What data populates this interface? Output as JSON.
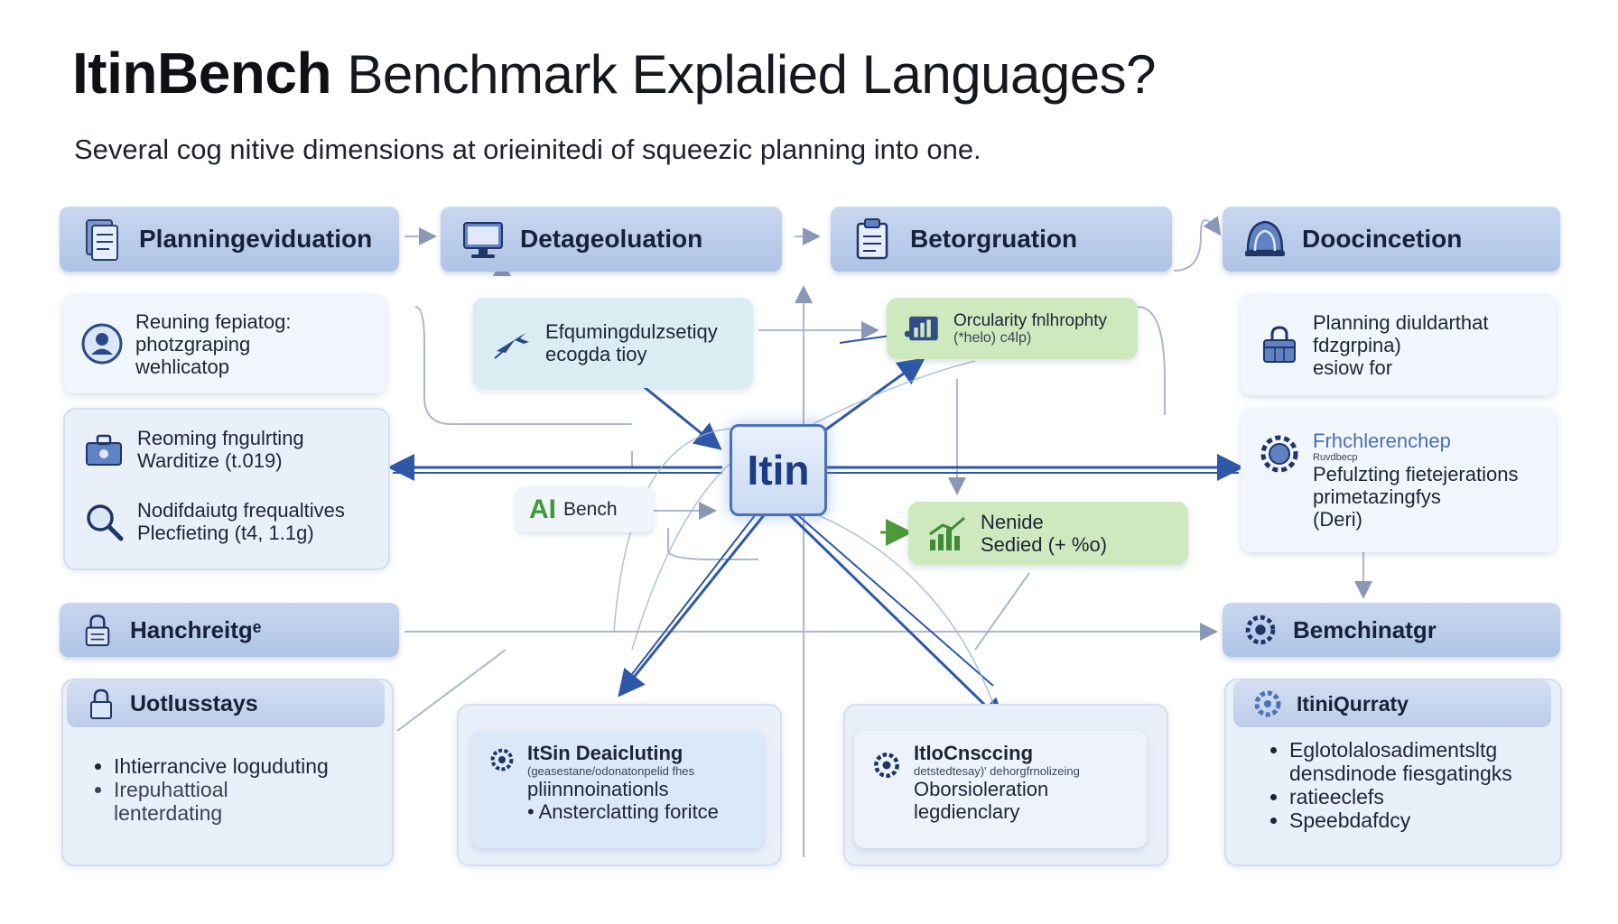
{
  "title": {
    "bold": "ItinBench",
    "rest": "Benchmark Explalied Languages?"
  },
  "subtitle": "Several cog nitive dimensions at orieinitedi of squeezic planning into one.",
  "columns": [
    {
      "header": "Planningeviduation",
      "icon": "document-stack-icon"
    },
    {
      "header": "Detageoluation",
      "icon": "monitor-icon"
    },
    {
      "header": "Betorgruation",
      "icon": "clipboard-icon"
    },
    {
      "header": "Doocincetion",
      "icon": "dome-icon"
    }
  ],
  "left_cards": [
    {
      "text": "Reuning fepiatog:\nphotzgraping\nwehlicatop",
      "icon": "user-badge-icon"
    },
    {
      "text": "Reoming fngulrting\nWarditize (t.019)",
      "icon": "toolbox-icon"
    },
    {
      "text": "Nodifdaiutg frequaltives\nPlecfieting (t4, 1.1g)",
      "icon": "magnifier-icon"
    }
  ],
  "mid_card": {
    "text": "Efqumingdulzsetiqy\necogda tioy",
    "icon": "plane-icon"
  },
  "ai_chip": {
    "mark": "AI",
    "text": "Bench"
  },
  "center_label": "Itin",
  "green_cards": [
    {
      "text": "Orcularity fnlhrophty",
      "small": "(*helo)   c4lp)",
      "icon": "chart-panel-icon"
    },
    {
      "text": "Nenide\nSedied (+ %o)",
      "icon": "bar-growth-icon"
    }
  ],
  "right_cards": [
    {
      "text": "Planning diuldarthat\nfdzgrpina)\nesiow for",
      "icon": "calendar-lock-icon"
    },
    {
      "title": "Frhchlerenchep",
      "small": "Ruvdbecp",
      "text": "Pefulzting fietejerations\nprimetazingfys",
      "tag": "(Deri)",
      "icon": "gear-globe-icon"
    }
  ],
  "bottom_left": {
    "header": "Hanchreitgᵉ",
    "sub": "Uotlusstays",
    "bullets": [
      "Ihtierrancive loguduting",
      "Irepuhattioal\nlenterdating"
    ]
  },
  "bottom_mid1": {
    "title": "ItSin Deaicluting",
    "small": "(geasestane/odonatonpelid fhes",
    "bullets": [
      "pliinnnoinationls",
      "Ansterclatting foritce"
    ]
  },
  "bottom_mid2": {
    "title": "ItloCnsccing",
    "small": "detstedtesay)'   dehorgfrnolizeing",
    "lines": [
      "Oborsioleration",
      "legdienclary"
    ]
  },
  "bottom_right": {
    "header": "Bemchinatgr",
    "sub": "ItiniQurraty",
    "bullets": [
      "Eglotolalosadimentsltg\ndensdinode fiesgatingks",
      "ratieeclefs",
      "Speebdafdcy"
    ]
  },
  "colors": {
    "accent": "#2e57a7",
    "header": "#b8cbea",
    "green": "#cde9bd",
    "panel": "#eaf0fa"
  }
}
